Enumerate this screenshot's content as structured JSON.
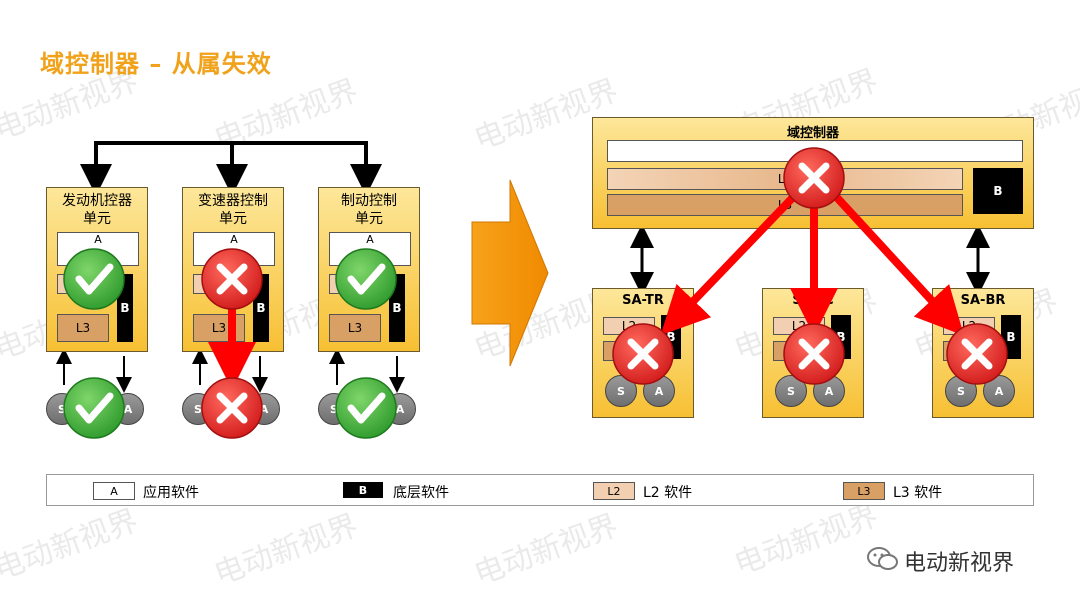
{
  "title": "域控制器 – 从属失效",
  "watermark": "电动新视界",
  "left_ecus": [
    {
      "name_line1": "发动机控器",
      "name_line2": "单元",
      "a": "A",
      "l2": "L2",
      "l3": "L3",
      "b": "B",
      "s": "S",
      "sa": "A",
      "status": "ok"
    },
    {
      "name_line1": "变速器控制",
      "name_line2": "单元",
      "a": "A",
      "l2": "L2",
      "l3": "L3",
      "b": "B",
      "s": "S",
      "sa": "A",
      "status": "fail"
    },
    {
      "name_line1": "制动控制",
      "name_line2": "单元",
      "a": "A",
      "l2": "L2",
      "l3": "L3",
      "b": "B",
      "s": "S",
      "sa": "A",
      "status": "ok"
    }
  ],
  "domain_controller": {
    "name": "域控制器",
    "l2": "L2",
    "l3": "L3",
    "b": "B"
  },
  "satellites": [
    {
      "name": "SA-TR",
      "l2": "L2",
      "l3": "L3",
      "b": "B",
      "s": "S",
      "a": "A"
    },
    {
      "name": "SA-TC",
      "l2": "L2",
      "l3": "L3",
      "b": "B",
      "s": "S",
      "a": "A"
    },
    {
      "name": "SA-BR",
      "l2": "L2",
      "l3": "L3",
      "b": "B",
      "s": "S",
      "a": "A"
    }
  ],
  "legend": [
    {
      "swatch": "A",
      "label": "应用软件"
    },
    {
      "swatch": "B",
      "label": "底层软件"
    },
    {
      "swatch": "L2",
      "label": "L2 软件"
    },
    {
      "swatch": "L3",
      "label": "L3 软件"
    }
  ],
  "colors": {
    "accent": "#f0a21b",
    "ecu_fill": "#f7c033",
    "fail_red": "#e8262a",
    "ok_green": "#3cae3a",
    "arrow_red": "#ff0000"
  },
  "icons": [
    "check-icon",
    "cross-icon",
    "arrow-right-icon",
    "wechat-icon"
  ]
}
